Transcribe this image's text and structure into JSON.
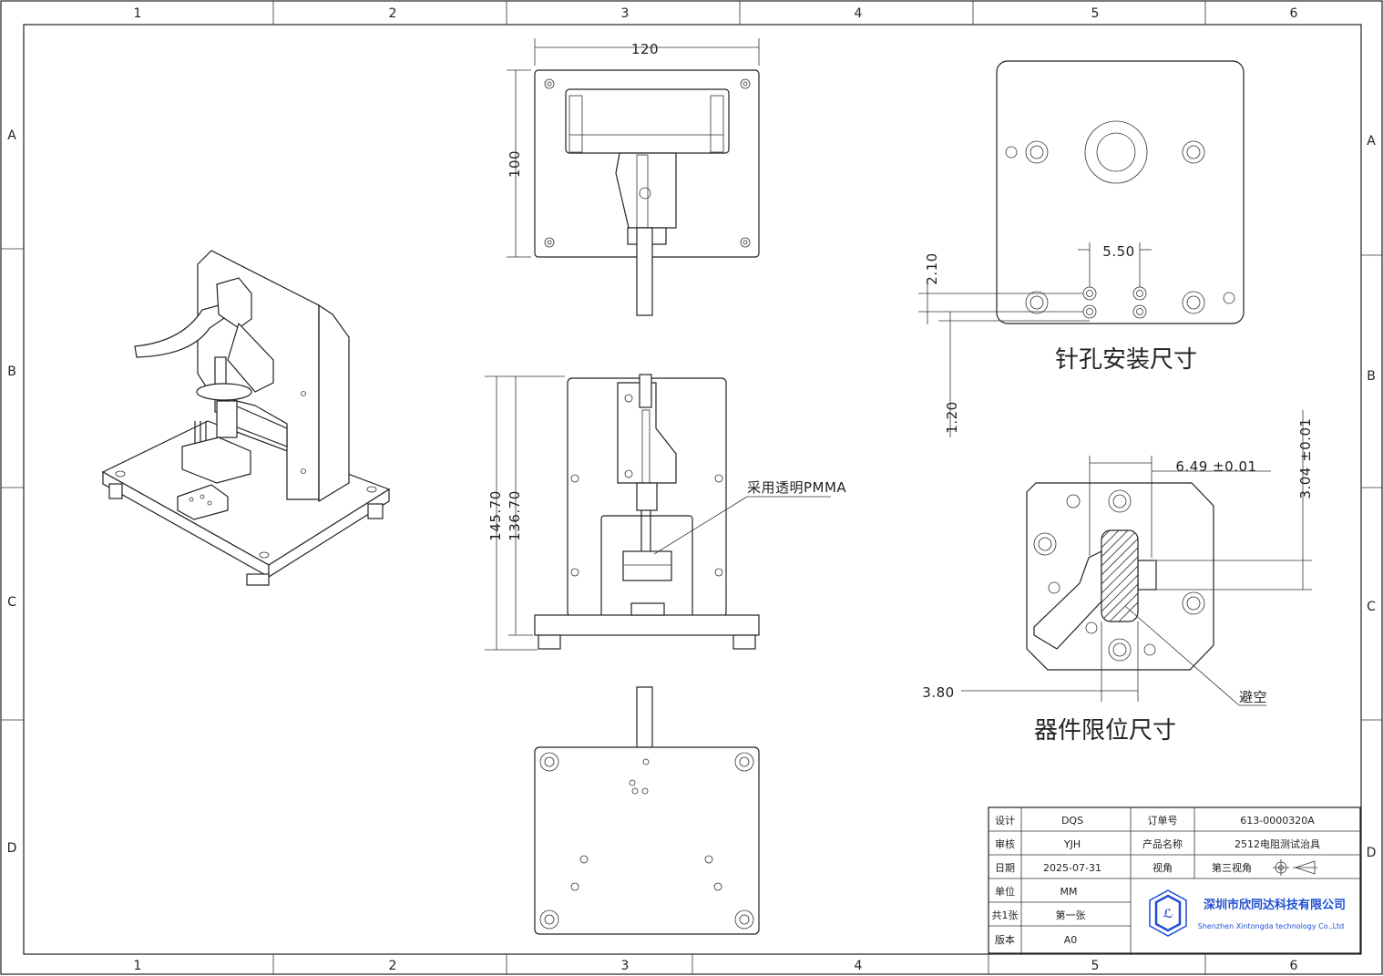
{
  "zones": {
    "columns": [
      "1",
      "2",
      "3",
      "4",
      "5",
      "6"
    ],
    "rows": [
      "A",
      "B",
      "C",
      "D"
    ]
  },
  "views": {
    "top_view": {
      "width_dim": "120",
      "height_dim": "100"
    },
    "front_view": {
      "dim_outer": "145.70",
      "dim_inner": "136.70",
      "material_note": "采用透明PMMA"
    },
    "pin_hole_detail": {
      "title": "针孔安装尺寸",
      "dim_spacing": "5.50",
      "dim_vertical": "2.10",
      "dim_offset": "1.20"
    },
    "device_limit_detail": {
      "title": "器件限位尺寸",
      "dim_width": "6.49 ±0.01",
      "dim_height": "3.04 ±0.01",
      "dim_left": "3.80",
      "note": "避空"
    }
  },
  "title_block": {
    "design_label": "设计",
    "design_value": "DQS",
    "review_label": "审核",
    "review_value": "YJH",
    "date_label": "日期",
    "date_value": "2025-07-31",
    "unit_label": "单位",
    "unit_value": "MM",
    "sheets_label": "共1张",
    "sheets_value": "第一张",
    "version_label": "版本",
    "version_value": "A0",
    "order_label": "订单号",
    "order_value": "613-0000320A",
    "product_label": "产品名称",
    "product_value": "2512电阻测试治具",
    "view_label": "视角",
    "view_value": "第三视角",
    "company_cn": "深圳市欣同达科技有限公司",
    "company_en": "Shenzhen Xintongda technology Co.,Ltd",
    "logo_color": "#1f4fd1"
  }
}
